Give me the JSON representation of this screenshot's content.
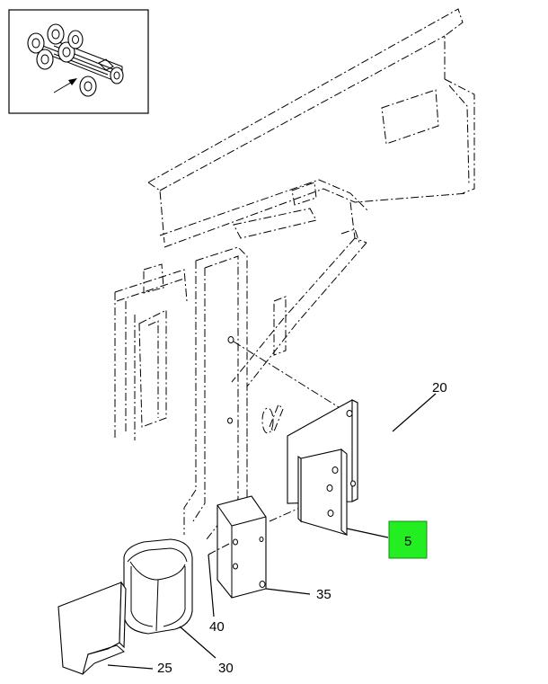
{
  "callouts": [
    {
      "id": "c20",
      "label": "20"
    },
    {
      "id": "c5",
      "label": "5",
      "highlighted": true
    },
    {
      "id": "c35",
      "label": "35"
    },
    {
      "id": "c40",
      "label": "40"
    },
    {
      "id": "c30",
      "label": "30"
    },
    {
      "id": "c25",
      "label": "25"
    }
  ],
  "highlight_color": "#22ee22",
  "inset": {
    "icon": "vehicle-chassis-locator-icon"
  }
}
